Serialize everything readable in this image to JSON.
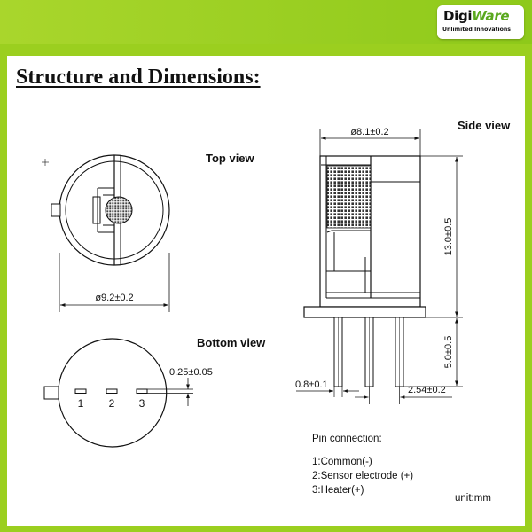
{
  "logo": {
    "brand_a": "Digi",
    "brand_b": "Ware",
    "tagline": "Unlimited Innovations"
  },
  "title": "Structure and Dimensions:",
  "top_view": {
    "label": "Top view",
    "diameter": "ø9.2±0.2"
  },
  "bottom_view": {
    "label": "Bottom view",
    "pin_gap": "0.25±0.05",
    "pins": [
      "1",
      "2",
      "3"
    ]
  },
  "side_view": {
    "label": "Side view",
    "diameter": "ø8.1±0.2",
    "height": "13.0±0.5",
    "pin_length": "5.0±0.5",
    "pin_diameter": "0.8±0.1",
    "pin_pitch": "2.54±0.2"
  },
  "pin_connection": {
    "heading": "Pin connection:",
    "items": [
      "1:Common(-)",
      "2:Sensor electrode (+)",
      "3:Heater(+)"
    ]
  },
  "unit": "unit:mm",
  "colors": {
    "background": "#9bcf1f",
    "panel": "#ffffff",
    "ink": "#111111",
    "brand_green": "#5aa81e"
  }
}
